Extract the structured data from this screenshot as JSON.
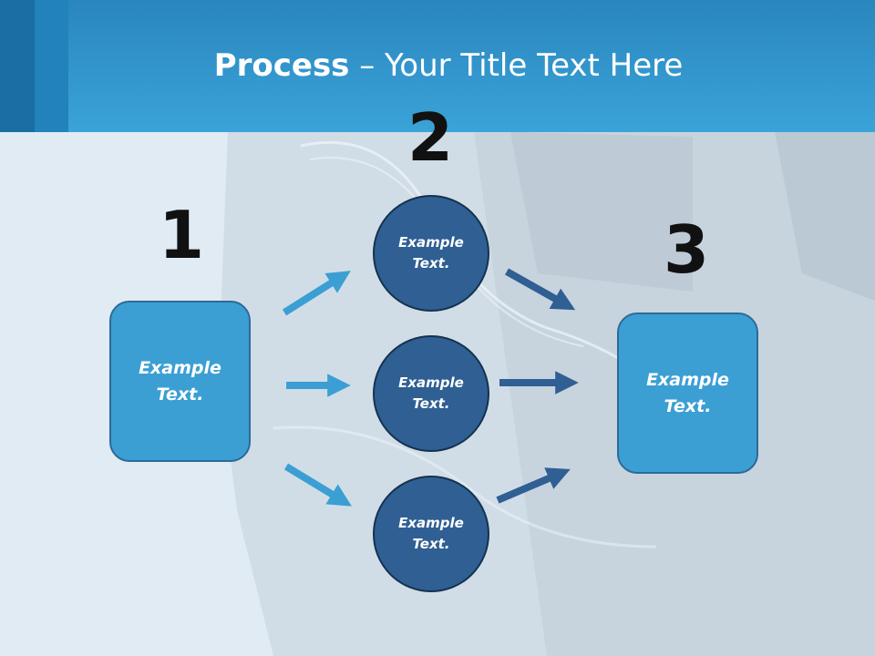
{
  "title": {
    "bold": "Process",
    "rest": " – Your Title Text Here"
  },
  "steps": {
    "one": {
      "number": "1",
      "text": "Example Text."
    },
    "two": {
      "number": "2",
      "circles": [
        {
          "text": "Example Text."
        },
        {
          "text": "Example Text."
        },
        {
          "text": "Example Text."
        }
      ]
    },
    "three": {
      "number": "3",
      "text": "Example Text."
    }
  },
  "colors": {
    "header": "#3aa3d8",
    "box_fill": "#3b9fd4",
    "circle_fill": "#2f5f93",
    "light_arrow": "#3b9fd4",
    "dark_arrow": "#2f5f93"
  }
}
